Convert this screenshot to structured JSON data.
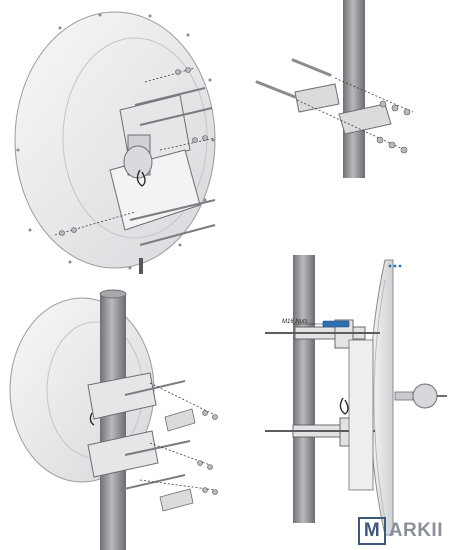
{
  "diagram": {
    "callout_label": "M16 Nuts",
    "logo": {
      "mark": "M",
      "text": "ARKII",
      "mark_color": "#3f5879",
      "text_color": "#8a8f99"
    }
  },
  "colors": {
    "dish": "#eceef0",
    "pole": "#8c8e91",
    "metal": "#d0d2d5",
    "line": "#5a5c60",
    "accent": "#2e6fb0"
  }
}
